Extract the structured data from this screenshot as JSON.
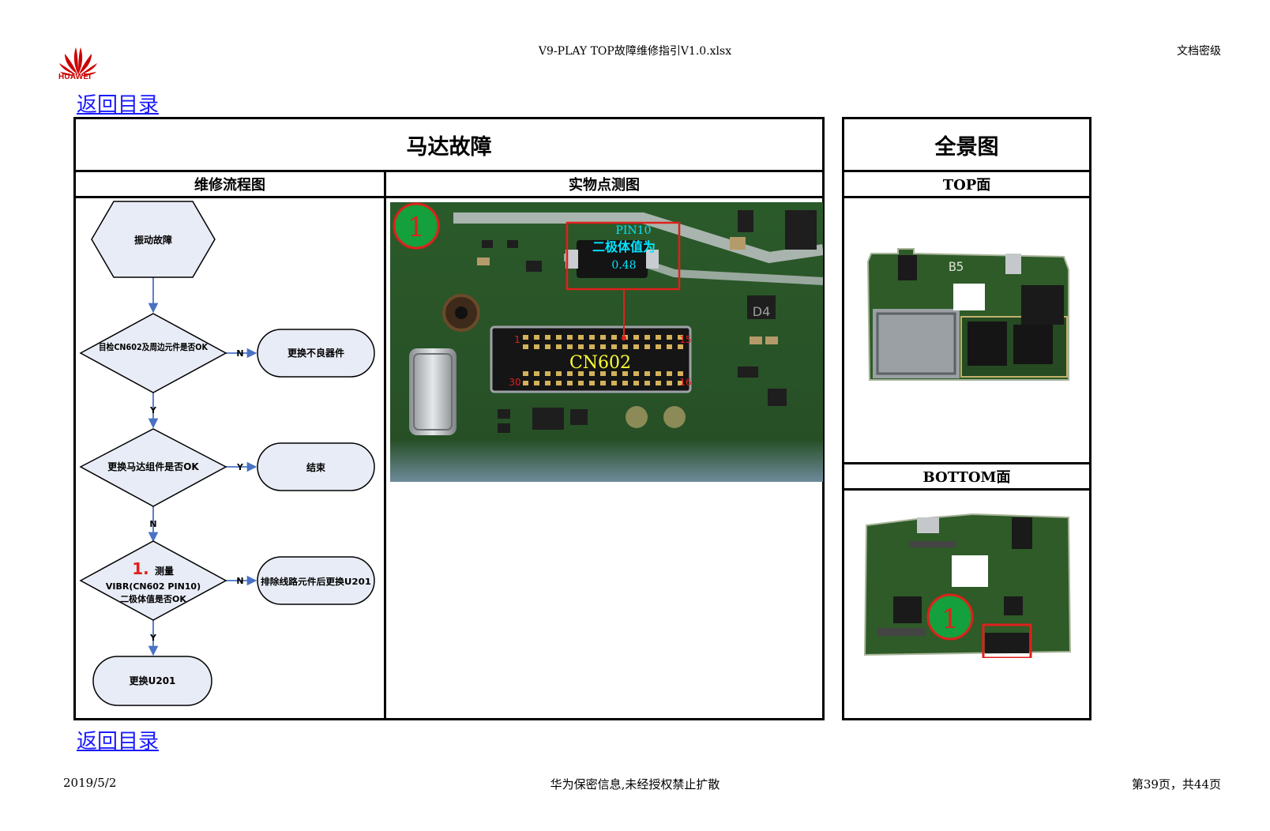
{
  "header": {
    "brand": "HUAWEI",
    "file_title": "V9-PLAY TOP故障维修指引V1.0.xlsx",
    "classification": "文档密级"
  },
  "nav": {
    "back_label": "返回目录"
  },
  "main": {
    "title": "马达故障",
    "col_flow": "维修流程图",
    "col_photo": "实物点测图"
  },
  "panorama": {
    "title": "全景图",
    "top_label": "TOP面",
    "bottom_label": "BOTTOM面"
  },
  "flowchart": {
    "start": "振动故障",
    "check1": "目检CN602及周边元件是否OK",
    "action1": "更换不良器件",
    "check2": "更换马达组件是否OK",
    "end1": "结束",
    "step_num": "1.",
    "check3_l1": "测量",
    "check3_l2": "VIBR(CN602 PIN10)",
    "check3_l3": "二极体值是否OK",
    "action3": "排除线路元件后更换U201",
    "end2": "更换U201",
    "yes": "Y",
    "no": "N"
  },
  "photo": {
    "marker": "1",
    "pin_label": "PIN10",
    "diode_label": "二极体值为",
    "diode_value": "0.48",
    "connector": "CN602",
    "pin_1": "1",
    "pin_15": "15",
    "pin_30": "30",
    "pin_16": "16",
    "silk_b5": "B5",
    "silk_d4": "D4"
  },
  "footer": {
    "date": "2019/5/2",
    "notice": "华为保密信息,未经授权禁止扩散",
    "page": "第39页，共44页"
  },
  "colors": {
    "brand_red": "#cc0000",
    "link_blue": "#1a1aff",
    "flow_fill": "#e8ecf6",
    "flow_arrow": "#4a72c4",
    "marker_green": "#14a03c",
    "highlight_red": "#e0201c",
    "annot_cyan": "#00e6ff",
    "connector_yellow": "#ffff33",
    "pcb_green": "#2b5a2a"
  }
}
